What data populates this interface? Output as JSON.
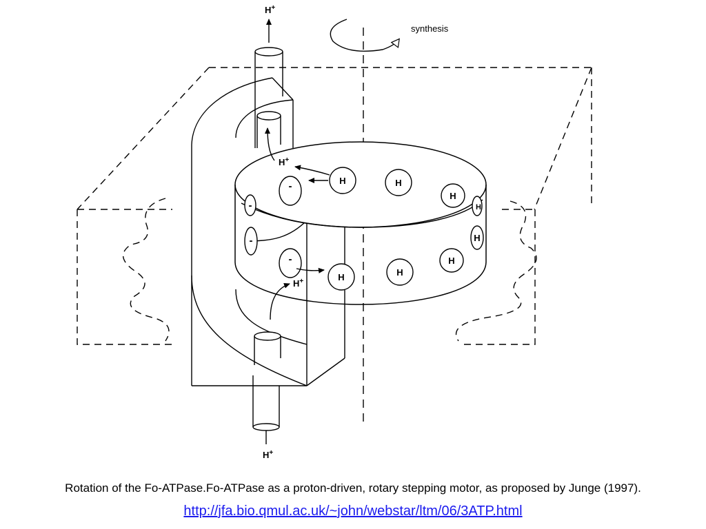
{
  "diagram": {
    "labels": {
      "proton_top": "H",
      "proton_bottom": "H",
      "proton_upper_exit": "H",
      "proton_lower_entry": "H",
      "charge_superscript": "+",
      "rotation_label": "synthesis",
      "proton_site": "H",
      "negative_site": "-"
    },
    "colors": {
      "stroke": "#000000",
      "background": "#ffffff"
    }
  },
  "caption": "Rotation of the Fo-ATPase.Fo-ATPase as a proton-driven, rotary stepping motor, as proposed by Junge (1997).",
  "source_url": "http://jfa.bio.qmul.ac.uk/~john/webstar/ltm/06/3ATP.html",
  "link_color": "#1a1aee"
}
